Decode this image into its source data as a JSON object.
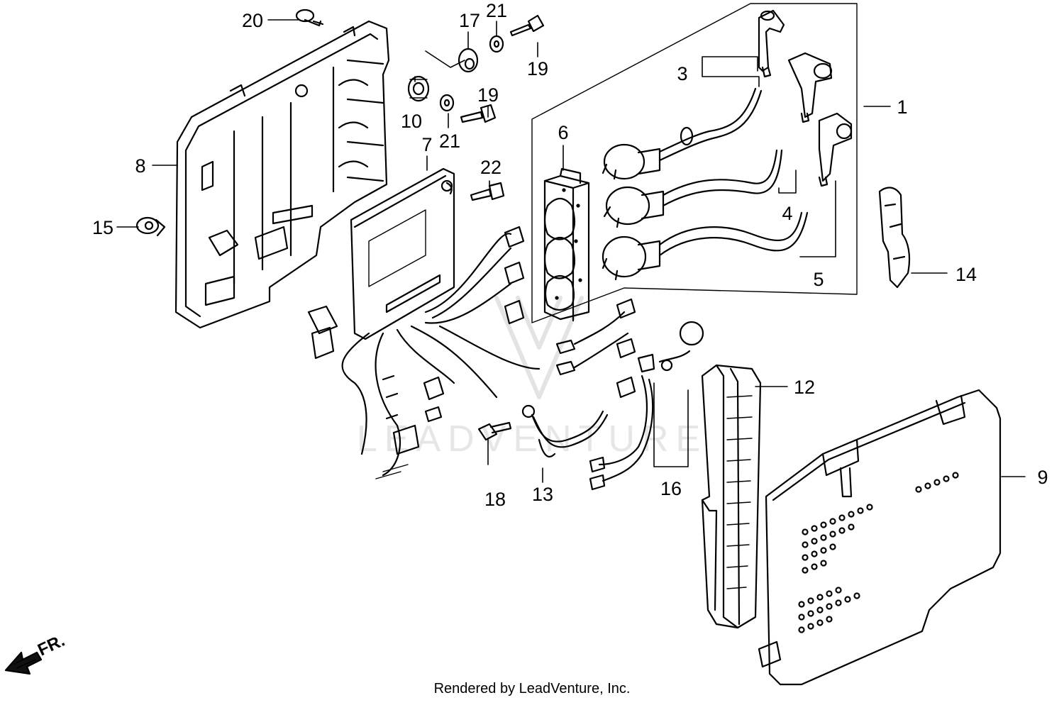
{
  "callouts": {
    "c1": "1",
    "c3": "3",
    "c4": "4",
    "c5": "5",
    "c6": "6",
    "c7": "7",
    "c8": "8",
    "c9": "9",
    "c10": "10",
    "c12": "12",
    "c13": "13",
    "c14": "14",
    "c15": "15",
    "c16": "16",
    "c17": "17",
    "c18": "18",
    "c19a": "19",
    "c19b": "19",
    "c20": "20",
    "c21a": "21",
    "c21b": "21",
    "c22": "22"
  },
  "direction_label": "FR.",
  "watermark": "LEADVENTURE",
  "footer": "Rendered by LeadVenture, Inc."
}
